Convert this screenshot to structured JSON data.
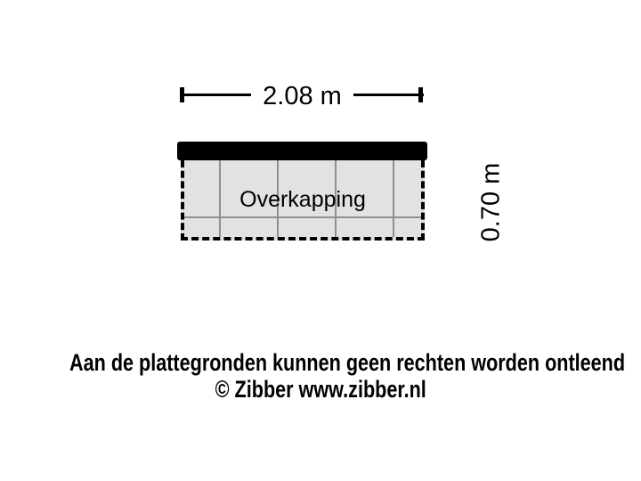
{
  "plan": {
    "room_label": "Overkapping",
    "dimensions": {
      "width_label": "2.08 m",
      "height_label": "0.70 m"
    }
  },
  "footer": {
    "disclaimer": "Aan de plattegronden kunnen geen rechten worden ontleend",
    "copyright": "© Zibber www.zibber.nl"
  },
  "colors": {
    "background": "#ffffff",
    "outline": "#000000",
    "area_fill": "#e2e2e2",
    "grid_line": "#8f8f8f",
    "label_background": "#ffffff"
  }
}
